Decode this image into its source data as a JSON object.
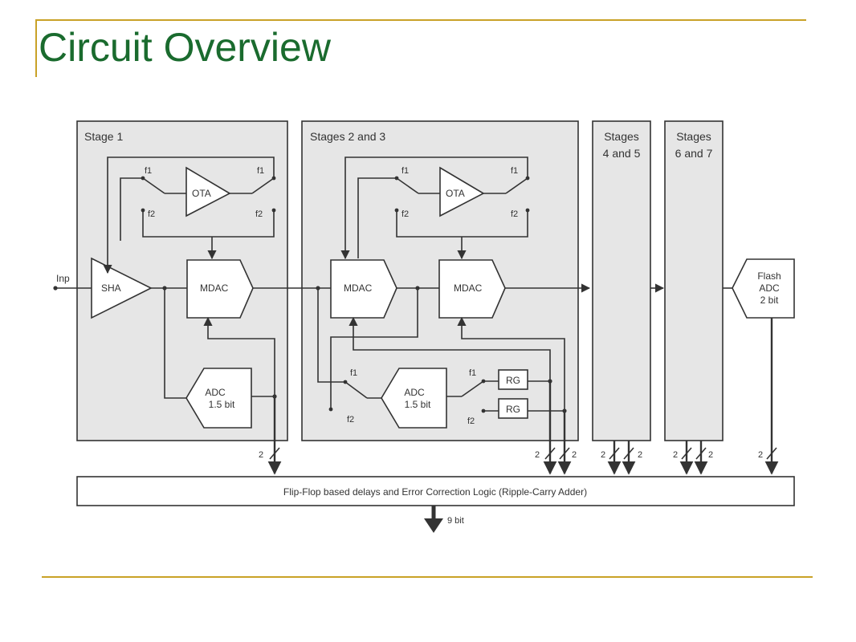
{
  "page": {
    "title": "Circuit Overview",
    "colors": {
      "title": "#1a6b2e",
      "rule": "#c9a227",
      "wire": "#333333",
      "box_fill": "#e6e6e6"
    }
  },
  "diagram": {
    "input_label": "Inp",
    "stages": {
      "stage1": "Stage 1",
      "stage23": "Stages 2 and 3",
      "stage45_line1": "Stages",
      "stage45_line2": "4 and 5",
      "stage67_line1": "Stages",
      "stage67_line2": "6 and 7"
    },
    "blocks": {
      "sha": "SHA",
      "ota": "OTA",
      "mdac": "MDAC",
      "adc_line1": "ADC",
      "adc_line2": "1.5 bit",
      "rg": "RG",
      "flash_line1": "Flash",
      "flash_line2": "ADC",
      "flash_line3": "2 bit"
    },
    "phases": {
      "f1": "f1",
      "f2": "f2"
    },
    "bus_width": "2",
    "logic_label": "Flip-Flop based delays and Error Correction Logic (Ripple-Carry Adder)",
    "output_label": "9 bit"
  }
}
